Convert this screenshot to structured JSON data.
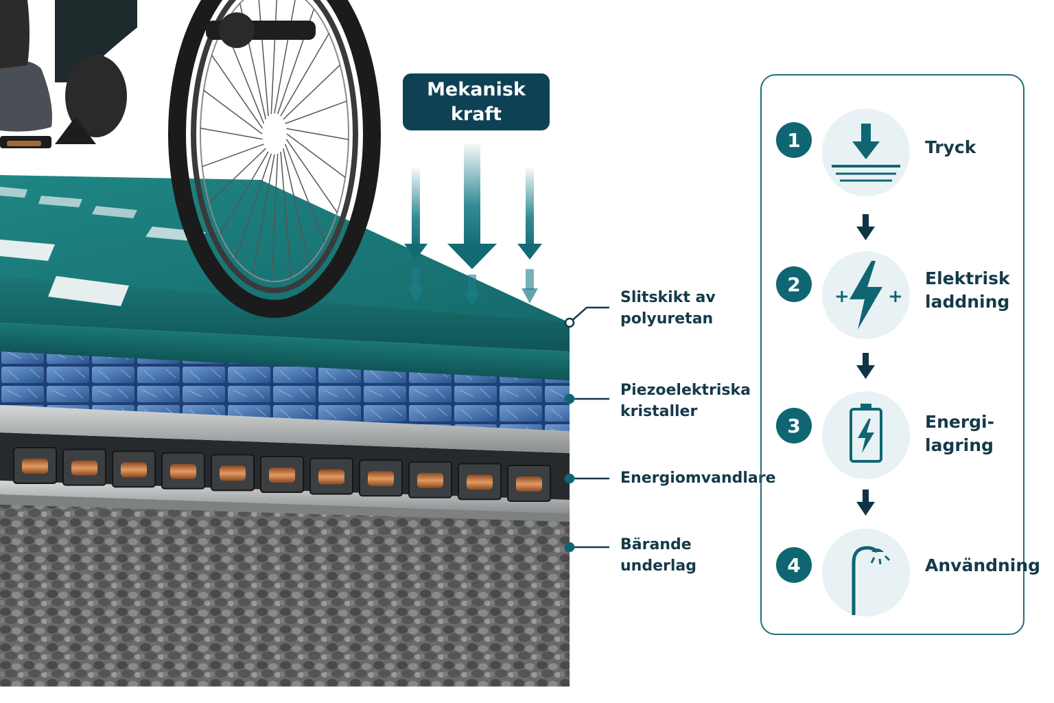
{
  "force": {
    "line1": "Mekanisk",
    "line2": "kraft"
  },
  "layers": [
    {
      "line1": "Slitskikt av",
      "line2": "polyuretan"
    },
    {
      "line1": "Piezoelektriska",
      "line2": "kristaller"
    },
    {
      "line1": "Energiomvandlare",
      "line2": ""
    },
    {
      "line1": "Bärande",
      "line2": "underlag"
    }
  ],
  "steps": [
    {
      "number": "1",
      "icon": "pressure-icon",
      "line1": "Tryck",
      "line2": ""
    },
    {
      "number": "2",
      "icon": "lightning-icon",
      "line1": "Elektrisk",
      "line2": "laddning"
    },
    {
      "number": "3",
      "icon": "battery-icon",
      "line1": "Energi-",
      "line2": "lagring"
    },
    {
      "number": "4",
      "icon": "street-lamp-icon",
      "line1": "Användning",
      "line2": ""
    }
  ],
  "colors": {
    "dark_teal": "#0e4154",
    "teal": "#0f6672",
    "surface_teal": "#1c7a7e",
    "crystal_blue": "#3f6fb0",
    "copper": "#b86a3a",
    "gravel": "#5a5a5a",
    "icon_bg": "#e8f2f4"
  }
}
